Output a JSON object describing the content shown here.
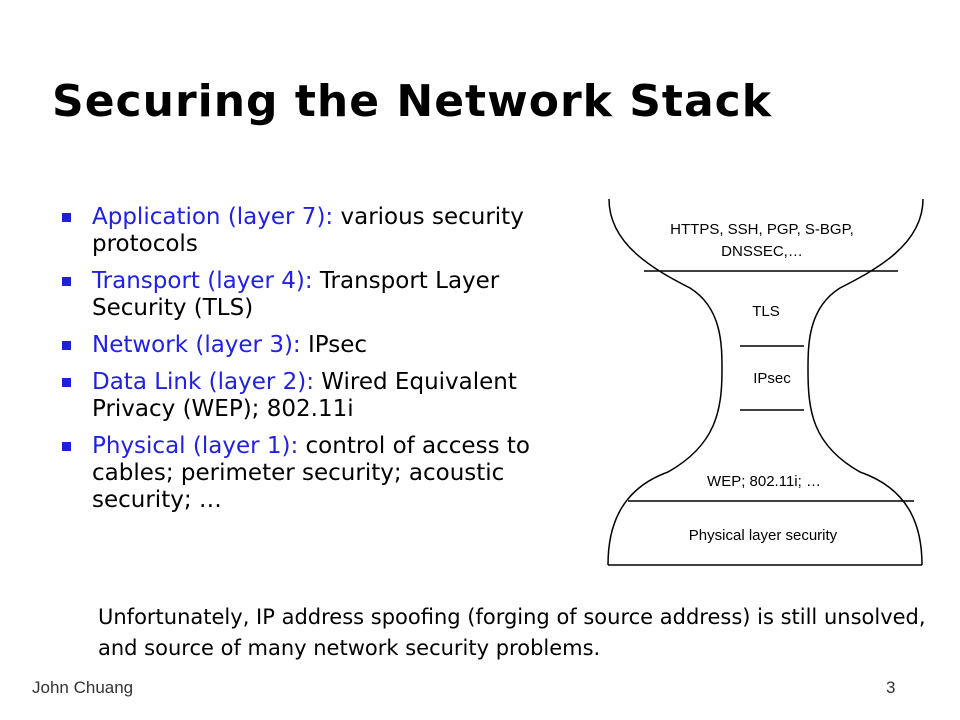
{
  "slide": {
    "title": "Securing the Network Stack",
    "bullets": [
      {
        "lead": "Application (layer 7):",
        "rest": " various security protocols"
      },
      {
        "lead": "Transport (layer 4):",
        "rest": " Transport Layer Security (TLS)"
      },
      {
        "lead": "Network (layer 3):",
        "rest": " IPsec"
      },
      {
        "lead": "Data Link (layer 2):",
        "rest": " Wired Equivalent Privacy (WEP); 802.11i"
      },
      {
        "lead": "Physical (layer 1):",
        "rest": " control of access to cables; perimeter security; acoustic security; …"
      }
    ],
    "note": "Unfortunately, IP address spoofing (forging of source address) is still unsolved, and source of many network security problems.",
    "footer": {
      "author": "John Chuang",
      "page": "3"
    }
  },
  "diagram": {
    "app_line1": "HTTPS, SSH, PGP, S-BGP,",
    "app_line2": "DNSSEC,…",
    "transport": "TLS",
    "network": "IPsec",
    "datalink": "WEP; 802.11i; …",
    "physical": "Physical layer security"
  },
  "colors": {
    "accent": "#2020e6",
    "bullet": "#1f1fe0"
  }
}
